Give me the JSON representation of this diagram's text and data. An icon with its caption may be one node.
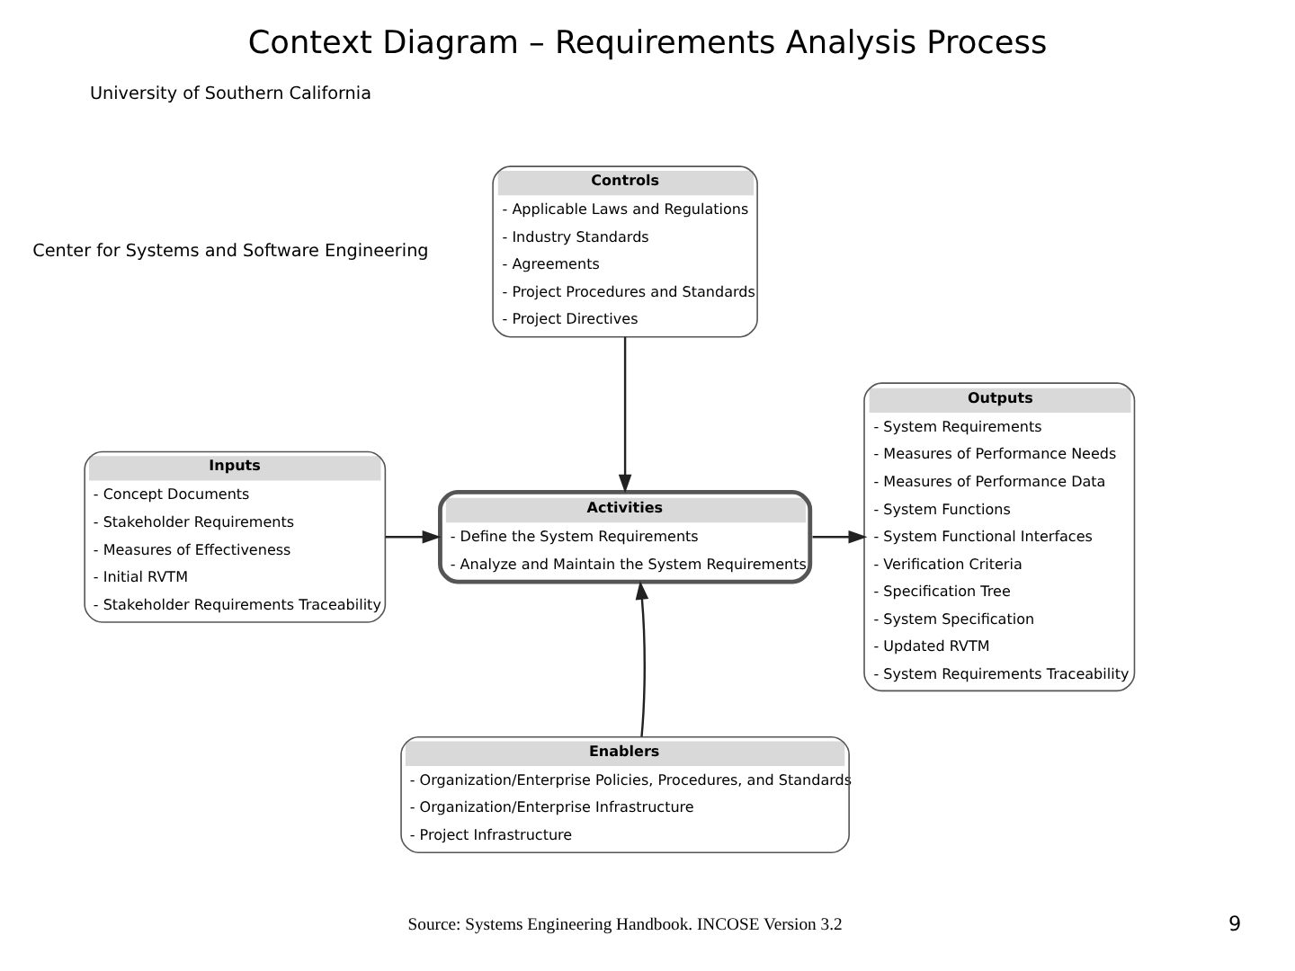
{
  "diagram": {
    "title": "Context Diagram – Requirements Analysis Process",
    "caption": "Source: Systems Engineering Handbook. INCOSE Version 3.2",
    "nodes": [
      {
        "text": [
          "Controls",
          "- Applicable Laws and Regulations",
          "- Industry Standards",
          "- Agreements",
          "- Project Procedures and Standards",
          "- Project Directives"
        ]
      },
      {
        "text": [
          "Inputs",
          "- Concept Documents",
          "- Stakeholder Requirements",
          "- Measures of Effectiveness",
          "- Initial RVTM",
          "- Stakeholder Requirements Traceability"
        ]
      },
      {
        "text": [
          "Activities",
          "- Define the System Requirements",
          "- Analyze and Maintain the System Requirements"
        ]
      },
      {
        "text": [
          "Outputs",
          "- System Requirements",
          "- Measures of Performance Needs",
          "- Measures of Performance Data",
          "- System Functions",
          "- System Functional Interfaces",
          "- Verification Criteria",
          "- Specification Tree",
          "- System Specification",
          "- Updated RVTM",
          "- System Requirements Traceability"
        ]
      },
      {
        "text": [
          "Enablers",
          "- Organization/Enterprise Policies, Procedures, and Standards",
          "- Organization/Enterprise Infrastructure",
          "- Project Infrastructure"
        ]
      }
    ],
    "edges": [
      {
        "from": 1,
        "to": 2,
        "arrow": "to"
      },
      {
        "from": 2,
        "to": 3,
        "arrow": "to"
      },
      {
        "from": 0,
        "to": 2,
        "arrow": "to"
      },
      {
        "from": 4,
        "to": 2,
        "arrow": "to"
      }
    ],
    "labels": [
      "University of Southern California",
      "Center for Systems and Software Engineering",
      "9"
    ]
  }
}
